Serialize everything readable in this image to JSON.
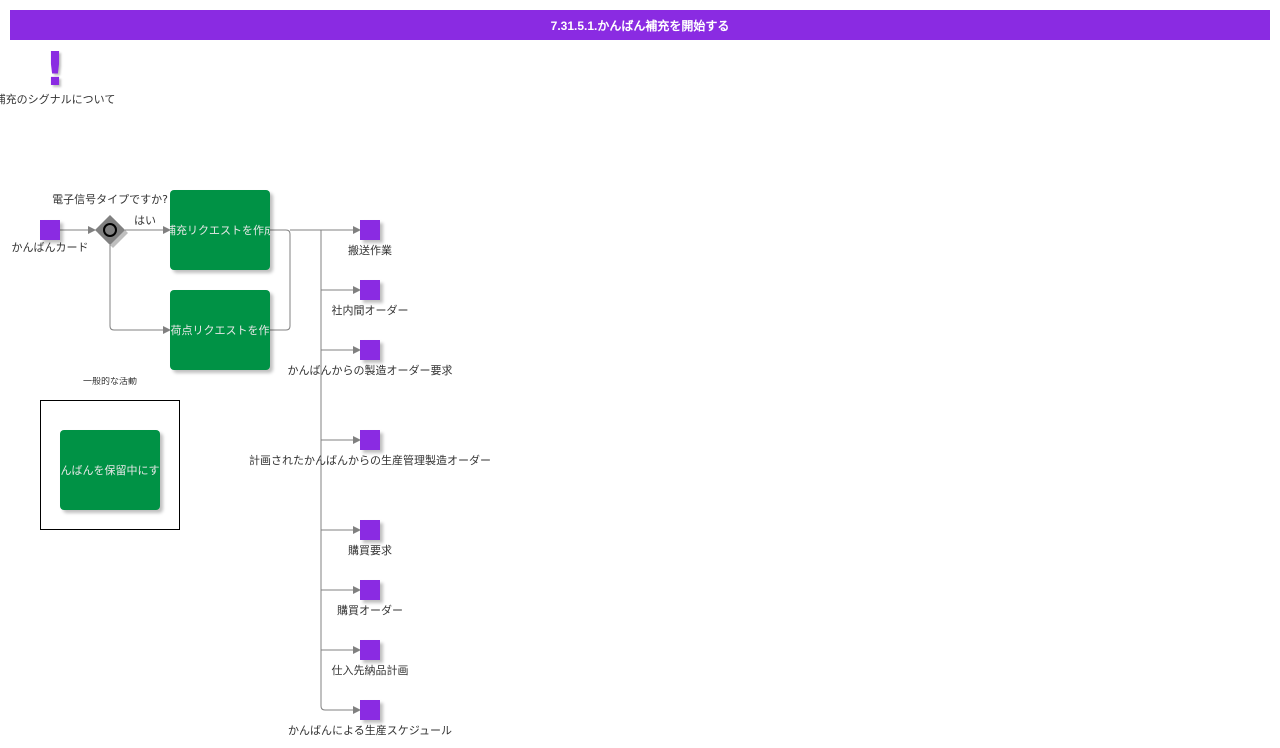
{
  "header": {
    "title": "7.31.5.1.かんばん補充を開始する"
  },
  "colors": {
    "header": "#8a2be2",
    "event": "#8a2be2",
    "task": "#009245",
    "connector": "#808080",
    "gateway": "#808080"
  },
  "note": {
    "icon": "exclamation-icon",
    "label": "補充のシグナルについて"
  },
  "start": {
    "label": "かんばんカード"
  },
  "gateway": {
    "question": "電子信号タイプですか?",
    "yes_label": "はい"
  },
  "tasks": {
    "replenish": "補充リクエストを作成",
    "picking": "出荷点リクエストを作成",
    "hold": "かんばんを保留中にする"
  },
  "group": {
    "label": "一般的な活動"
  },
  "outcomes": [
    "搬送作業",
    "社内間オーダー",
    "かんばんからの製造オーダー要求",
    "計画されたかんばんからの生産管理製造オーダー",
    "購買要求",
    "購買オーダー",
    "仕入先納品計画",
    "かんばんによる生産スケジュール"
  ]
}
